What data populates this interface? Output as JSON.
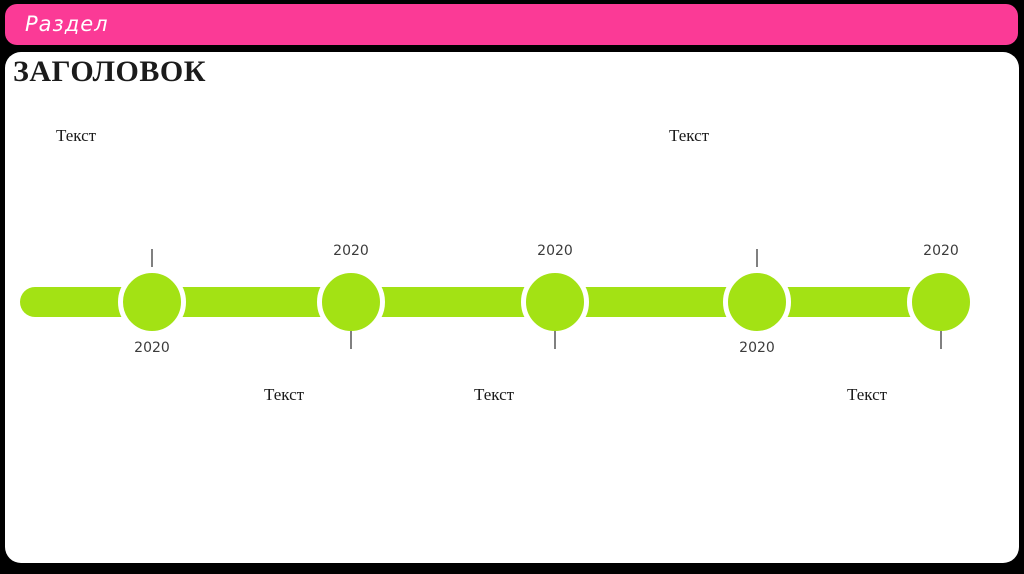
{
  "header": {
    "label": "Раздел",
    "background_color": "#fb3a96",
    "text_color": "#ffffff"
  },
  "slide": {
    "title": "ЗАГОЛОВОК",
    "background_color": "#ffffff",
    "frame_color": "#000000"
  },
  "timeline": {
    "accent_color": "#a3e214",
    "tick_color": "#808080",
    "items": [
      {
        "year": "2020",
        "year_position": "below",
        "tick_position": "above"
      },
      {
        "year": "2020",
        "year_position": "above",
        "tick_position": "below"
      },
      {
        "year": "2020",
        "year_position": "above",
        "tick_position": "below"
      },
      {
        "year": "2020",
        "year_position": "below",
        "tick_position": "above"
      },
      {
        "year": "2020",
        "year_position": "above",
        "tick_position": "below"
      }
    ]
  },
  "placeholders": [
    {
      "label": "Текст"
    },
    {
      "label": "Текст"
    },
    {
      "label": "Текст"
    },
    {
      "label": "Текст"
    },
    {
      "label": "Текст"
    }
  ]
}
